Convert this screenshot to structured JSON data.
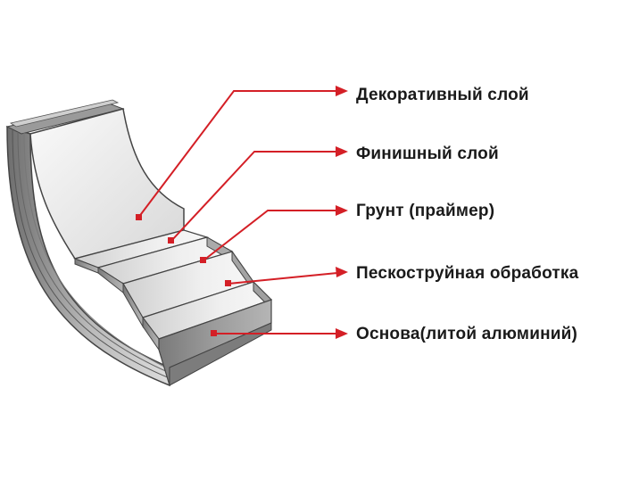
{
  "diagram": {
    "layers": [
      {
        "label": "Декоративный слой"
      },
      {
        "label": "Финишный слой"
      },
      {
        "label": "Грунт (праймер)"
      },
      {
        "label": "Пескоструйная обработка"
      },
      {
        "label": "Основа(литой алюминий)"
      }
    ],
    "colors": {
      "arrow": "#d41f26",
      "layer_face": "#e4e4e4",
      "layer_edge": "#9a9a9a",
      "outline": "#444444",
      "text": "#1a1a1a"
    }
  }
}
